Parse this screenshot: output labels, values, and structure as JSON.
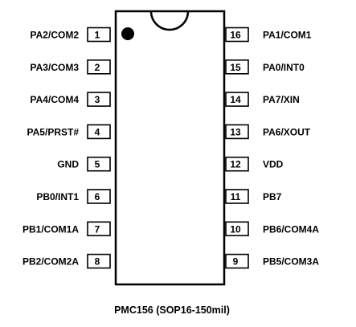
{
  "caption": "PMC156 (SOP16-150mil)",
  "left_pins": [
    {
      "number": "1",
      "name": "PA2/COM2"
    },
    {
      "number": "2",
      "name": "PA3/COM3"
    },
    {
      "number": "3",
      "name": "PA4/COM4"
    },
    {
      "number": "4",
      "name": "PA5/PRST#"
    },
    {
      "number": "5",
      "name": "GND"
    },
    {
      "number": "6",
      "name": "PB0/INT1"
    },
    {
      "number": "7",
      "name": "PB1/COM1A"
    },
    {
      "number": "8",
      "name": "PB2/COM2A"
    }
  ],
  "right_pins": [
    {
      "number": "16",
      "name": "PA1/COM1"
    },
    {
      "number": "15",
      "name": "PA0/INT0"
    },
    {
      "number": "14",
      "name": "PA7/XIN"
    },
    {
      "number": "13",
      "name": "PA6/XOUT"
    },
    {
      "number": "12",
      "name": "VDD"
    },
    {
      "number": "11",
      "name": "PB7"
    },
    {
      "number": "10",
      "name": "PB6/COM4A"
    },
    {
      "number": "9",
      "name": "PB5/COM3A"
    }
  ]
}
